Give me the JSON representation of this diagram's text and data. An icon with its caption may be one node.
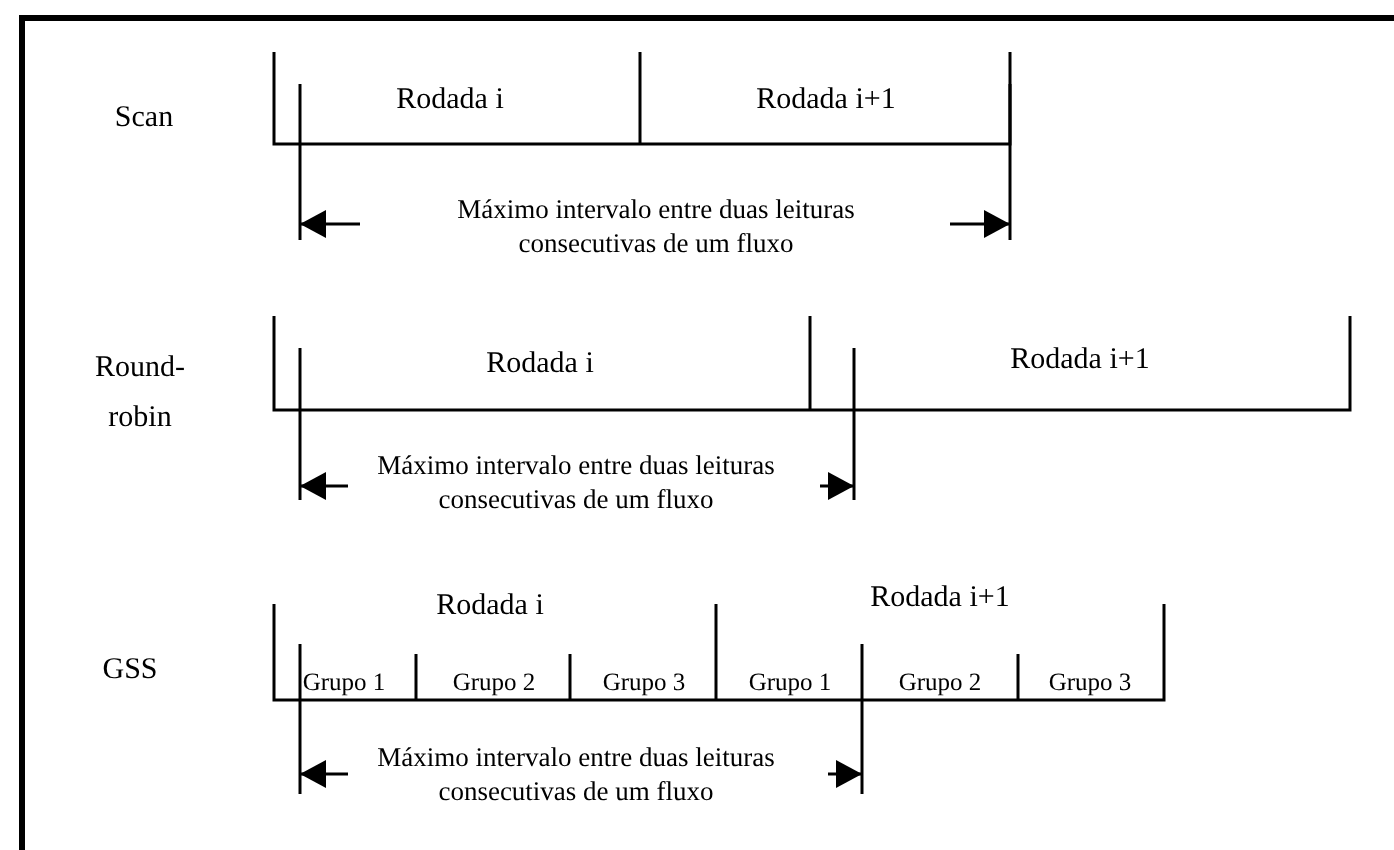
{
  "diagram": {
    "labels": [
      "Scan",
      "Rodada i",
      "Rodada i+1",
      "Máximo intervalo entre duas leituras consecutivas de um fluxo",
      "Round-robin",
      "Rodada i",
      "Rodada i+1",
      "Máximo intervalo entre duas leituras consecutivas de um fluxo",
      "Rodada i",
      "Rodada i+1",
      "GSS",
      "Grupo 1",
      "Grupo 2",
      "Grupo 3",
      "Grupo 1",
      "Grupo 2",
      "Grupo 3",
      "Máximo intervalo entre duas leituras consecutivas de um fluxo"
    ]
  }
}
